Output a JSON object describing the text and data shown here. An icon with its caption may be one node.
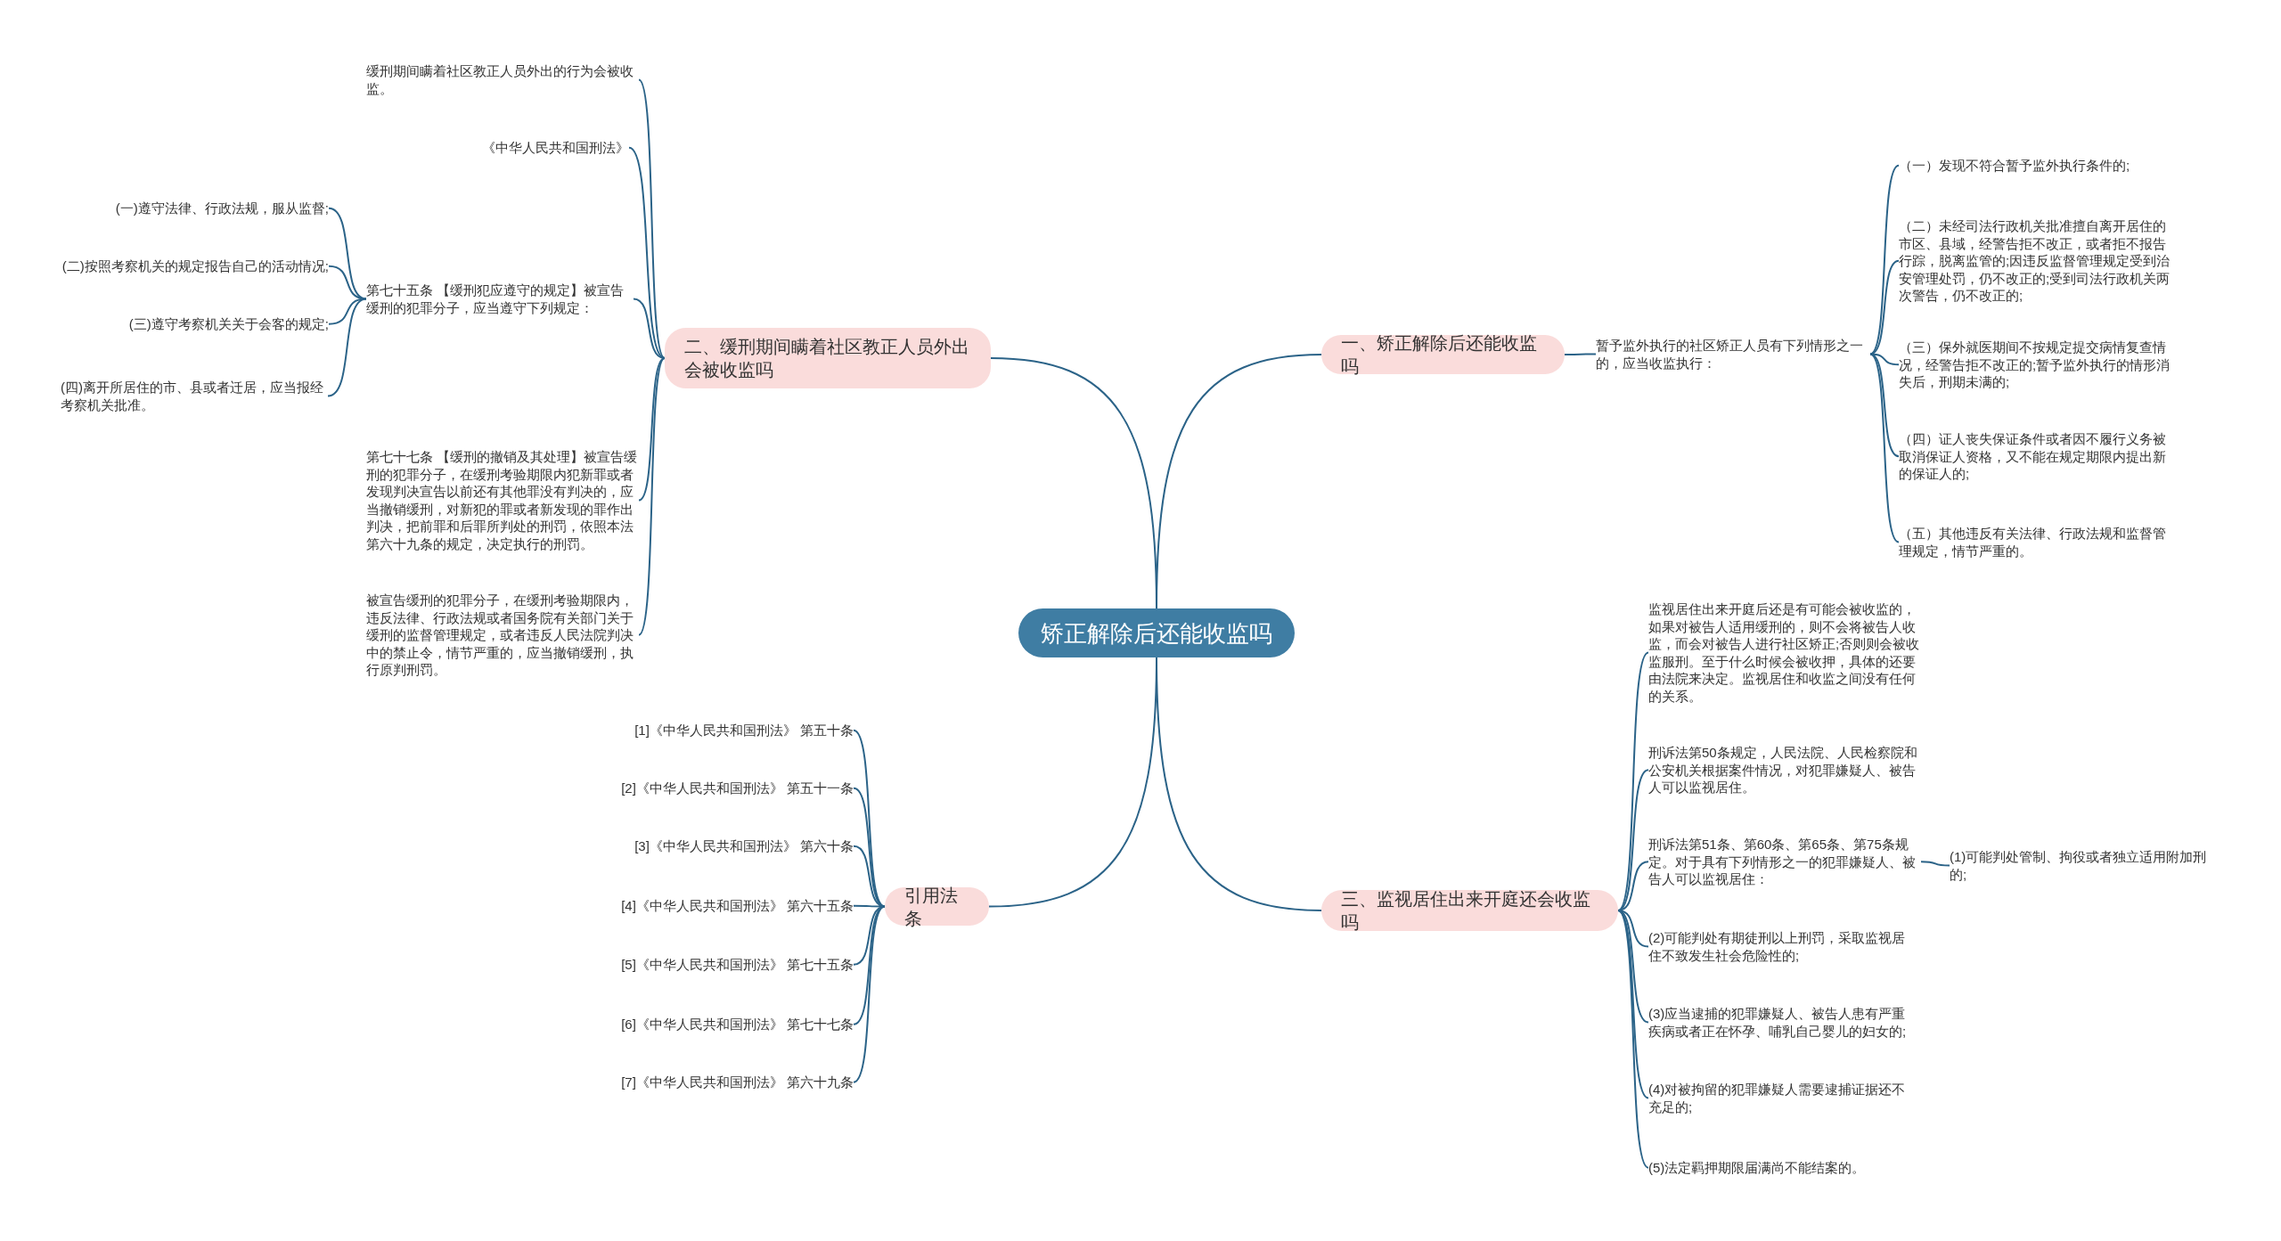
{
  "diagram": {
    "nodes": [
      {
        "text": [
          "矫正解除后还能收监吗"
        ]
      },
      {
        "text": [
          "一、矫正解除后还能收监吗"
        ]
      },
      {
        "text": [
          "暂予监外执行的社区矫正人员有下列情形之一的，应当收监执行："
        ]
      },
      {
        "text": [
          "（一）发现不符合暂予监外执行条件的;"
        ]
      },
      {
        "text": [
          "（二）未经司法行政机关批准擅自离开居住的市区、县域，经警告拒不改正，或者拒不报告行踪，脱离监管的;因违反监督管理规定受到治安管理处罚，仍不改正的;受到司法行政机关两次警告，仍不改正的;"
        ]
      },
      {
        "text": [
          "（三）保外就医期间不按规定提交病情复查情况，经警告拒不改正的;暂予监外执行的情形消失后，刑期未满的;"
        ]
      },
      {
        "text": [
          "（四）证人丧失保证条件或者因不履行义务被取消保证人资格，又不能在规定期限内提出新的保证人的;"
        ]
      },
      {
        "text": [
          "（五）其他违反有关法律、行政法规和监督管理规定，情节严重的。"
        ]
      },
      {
        "text": [
          "二、缓刑期间瞒着社区教正人员外出会被收监吗"
        ]
      },
      {
        "text": [
          "缓刑期间瞒着社区教正人员外出的行为会被收监。"
        ]
      },
      {
        "text": [
          "《中华人民共和国刑法》"
        ]
      },
      {
        "text": [
          "第七十五条 【缓刑犯应遵守的规定】被宣告缓刑的犯罪分子，应当遵守下列规定："
        ]
      },
      {
        "text": [
          "(一)遵守法律、行政法规，服从监督;"
        ]
      },
      {
        "text": [
          "(二)按照考察机关的规定报告自己的活动情况;"
        ]
      },
      {
        "text": [
          "(三)遵守考察机关关于会客的规定;"
        ]
      },
      {
        "text": [
          "(四)离开所居住的市、县或者迁居，应当报经考察机关批准。"
        ]
      },
      {
        "text": [
          "第七十七条 【缓刑的撤销及其处理】被宣告缓刑的犯罪分子，在缓刑考验期限内犯新罪或者发现判决宣告以前还有其他罪没有判决的，应当撤销缓刑，对新犯的罪或者新发现的罪作出判决，把前罪和后罪所判处的刑罚，依照本法第六十九条的规定，决定执行的刑罚。"
        ]
      },
      {
        "text": [
          "被宣告缓刑的犯罪分子，在缓刑考验期限内，违反法律、行政法规或者国务院有关部门关于缓刑的监督管理规定，或者违反人民法院判决中的禁止令，情节严重的，应当撤销缓刑，执行原判刑罚。"
        ]
      },
      {
        "text": [
          "三、监视居住出来开庭还会收监吗"
        ]
      },
      {
        "text": [
          "监视居住出来开庭后还是有可能会被收监的，如果对被告人适用缓刑的，则不会将被告人收监，而会对被告人进行社区矫正;否则则会被收监服刑。至于什么时候会被收押，具体的还要由法院来决定。监视居住和收监之间没有任何的关系。"
        ]
      },
      {
        "text": [
          "刑诉法第50条规定，人民法院、人民检察院和公安机关根据案件情况，对犯罪嫌疑人、被告人可以监视居住。"
        ]
      },
      {
        "text": [
          "刑诉法第51条、第60条、第65条、第75条规定。对于具有下列情形之一的犯罪嫌疑人、被告人可以监视居住："
        ]
      },
      {
        "text": [
          "(1)可能判处管制、拘役或者独立适用附加刑的;"
        ]
      },
      {
        "text": [
          "(2)可能判处有期徒刑以上刑罚，采取监视居住不致发生社会危险性的;"
        ]
      },
      {
        "text": [
          "(3)应当逮捕的犯罪嫌疑人、被告人患有严重疾病或者正在怀孕、哺乳自己婴儿的妇女的;"
        ]
      },
      {
        "text": [
          "(4)对被拘留的犯罪嫌疑人需要逮捕证据还不充足的;"
        ]
      },
      {
        "text": [
          "(5)法定羁押期限届满尚不能结案的。"
        ]
      },
      {
        "text": [
          "引用法条"
        ]
      },
      {
        "text": [
          "[1]《中华人民共和国刑法》 第五十条"
        ]
      },
      {
        "text": [
          "[2]《中华人民共和国刑法》 第五十一条"
        ]
      },
      {
        "text": [
          "[3]《中华人民共和国刑法》 第六十条"
        ]
      },
      {
        "text": [
          "[4]《中华人民共和国刑法》 第六十五条"
        ]
      },
      {
        "text": [
          "[5]《中华人民共和国刑法》 第七十五条"
        ]
      },
      {
        "text": [
          "[6]《中华人民共和国刑法》 第七十七条"
        ]
      },
      {
        "text": [
          "[7]《中华人民共和国刑法》 第六十九条"
        ]
      }
    ],
    "edges": [
      {
        "from": 0,
        "to": 1,
        "arrow": "none"
      },
      {
        "from": 0,
        "to": 8,
        "arrow": "none"
      },
      {
        "from": 0,
        "to": 18,
        "arrow": "none"
      },
      {
        "from": 0,
        "to": 27,
        "arrow": "none"
      },
      {
        "from": 1,
        "to": 2,
        "arrow": "none"
      },
      {
        "from": 2,
        "to": 3,
        "arrow": "none"
      },
      {
        "from": 2,
        "to": 4,
        "arrow": "none"
      },
      {
        "from": 2,
        "to": 5,
        "arrow": "none"
      },
      {
        "from": 2,
        "to": 6,
        "arrow": "none"
      },
      {
        "from": 2,
        "to": 7,
        "arrow": "none"
      },
      {
        "from": 8,
        "to": 9,
        "arrow": "none"
      },
      {
        "from": 8,
        "to": 10,
        "arrow": "none"
      },
      {
        "from": 8,
        "to": 11,
        "arrow": "none"
      },
      {
        "from": 8,
        "to": 16,
        "arrow": "none"
      },
      {
        "from": 8,
        "to": 17,
        "arrow": "none"
      },
      {
        "from": 11,
        "to": 12,
        "arrow": "none"
      },
      {
        "from": 11,
        "to": 13,
        "arrow": "none"
      },
      {
        "from": 11,
        "to": 14,
        "arrow": "none"
      },
      {
        "from": 11,
        "to": 15,
        "arrow": "none"
      },
      {
        "from": 18,
        "to": 19,
        "arrow": "none"
      },
      {
        "from": 18,
        "to": 20,
        "arrow": "none"
      },
      {
        "from": 18,
        "to": 21,
        "arrow": "none"
      },
      {
        "from": 18,
        "to": 23,
        "arrow": "none"
      },
      {
        "from": 18,
        "to": 24,
        "arrow": "none"
      },
      {
        "from": 18,
        "to": 25,
        "arrow": "none"
      },
      {
        "from": 18,
        "to": 26,
        "arrow": "none"
      },
      {
        "from": 21,
        "to": 22,
        "arrow": "none"
      },
      {
        "from": 27,
        "to": 28,
        "arrow": "none"
      },
      {
        "from": 27,
        "to": 29,
        "arrow": "none"
      },
      {
        "from": 27,
        "to": 30,
        "arrow": "none"
      },
      {
        "from": 27,
        "to": 31,
        "arrow": "none"
      },
      {
        "from": 27,
        "to": 32,
        "arrow": "none"
      },
      {
        "from": 27,
        "to": 33,
        "arrow": "none"
      },
      {
        "from": 27,
        "to": 34,
        "arrow": "none"
      }
    ]
  }
}
